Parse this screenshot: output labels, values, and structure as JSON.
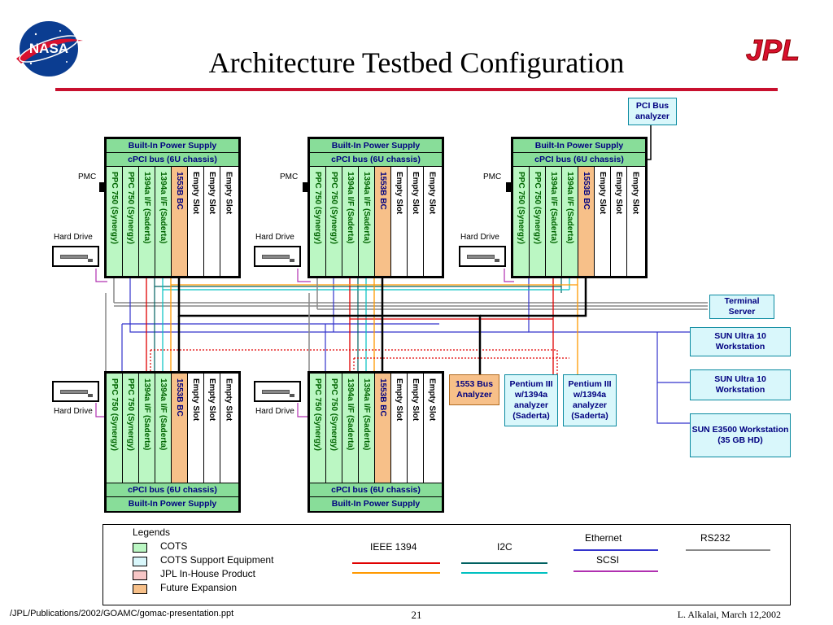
{
  "header": {
    "title": "Architecture Testbed Configuration",
    "left_logo": "NASA",
    "right_logo": "JPL"
  },
  "chassis_labels": {
    "power": "Built-In Power Supply",
    "bus": "cPCI bus (6U chassis)",
    "slots": [
      "PPC 750 (Synergy)",
      "PPC 750 (Synergy)",
      "1394a I/F (Saderta)",
      "1394a I/F (Saderta)",
      "1553B BC",
      "Empty Slot",
      "Empty Slot",
      "Empty Slot"
    ],
    "pmc": "PMC",
    "hard_drive": "Hard Drive"
  },
  "boxes": {
    "pci_analyzer": "PCI Bus analyzer",
    "terminal_server": "Terminal Server",
    "sun_ultra_1": "SUN Ultra 10 Workstation",
    "sun_ultra_2": "SUN Ultra 10 Workstation",
    "sun_e3500": "SUN E3500 Workstation (35 GB HD)",
    "bus_1553_analyzer": "1553 Bus Analyzer",
    "pentium_1": "Pentium III w/1394a analyzer (Saderta)",
    "pentium_2": "Pentium III w/1394a analyzer (Saderta)"
  },
  "legend": {
    "title": "Legends",
    "items": [
      {
        "label": "COTS",
        "color": "#bbf7c3"
      },
      {
        "label": "COTS Support Equipment",
        "color": "#d9f7fb"
      },
      {
        "label": "JPL In-House Product",
        "color": "#f7c6c6"
      },
      {
        "label": "Future Expansion",
        "color": "#f7c089"
      }
    ],
    "lines": [
      {
        "label": "IEEE 1394",
        "color": "#e00000",
        "color2": "#ff9900"
      },
      {
        "label": "I2C",
        "color": "#006060",
        "color2": "#00c0c0"
      },
      {
        "label": "Ethernet",
        "color": "#3333cc"
      },
      {
        "label": "SCSI",
        "color": "#b030b0"
      },
      {
        "label": "RS232",
        "color": "#888888"
      }
    ]
  },
  "footer": {
    "path": "/JPL/Publications/2002/GOAMC/gomac-presentation.ppt",
    "page": "21",
    "author_date": "L. Alkalai, March 12,2002"
  },
  "colors": {
    "accent_rule": "#c8102e",
    "bar_text": "#000080"
  }
}
